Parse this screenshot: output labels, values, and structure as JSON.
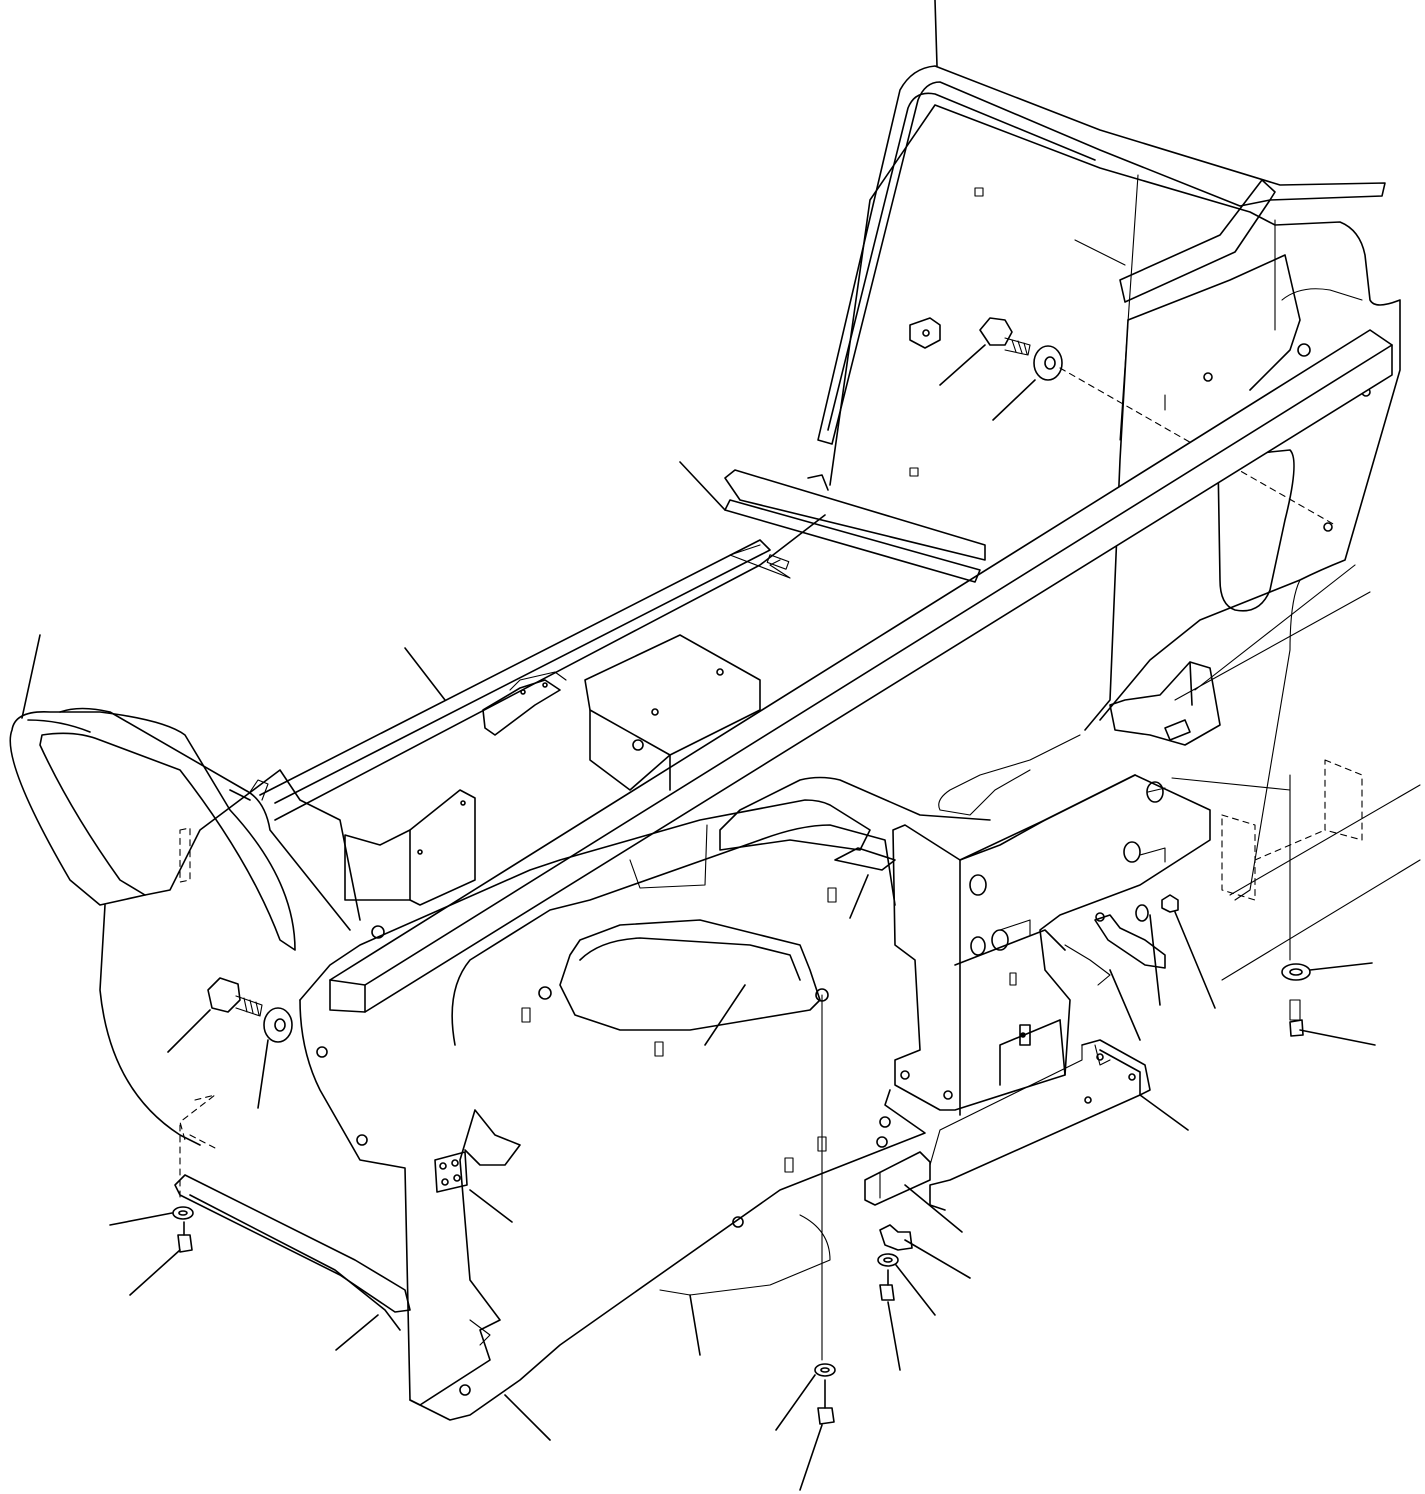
{
  "figure": {
    "description_visible_text": "",
    "line_color": "#000000",
    "background_color": "#ffffff"
  },
  "parts": [
    {
      "id": "rops-upper-rail"
    },
    {
      "id": "rops-left-rail"
    },
    {
      "id": "rear-panel"
    },
    {
      "id": "top-cover-bracket"
    },
    {
      "id": "front-cross-member"
    },
    {
      "id": "left-side-rail"
    },
    {
      "id": "left-bolt"
    },
    {
      "id": "left-washer"
    },
    {
      "id": "upper-bolt"
    },
    {
      "id": "upper-washer"
    },
    {
      "id": "floor-plate"
    },
    {
      "id": "bottom-plate"
    },
    {
      "id": "right-box-bracket"
    },
    {
      "id": "right-lower-channel"
    }
  ]
}
